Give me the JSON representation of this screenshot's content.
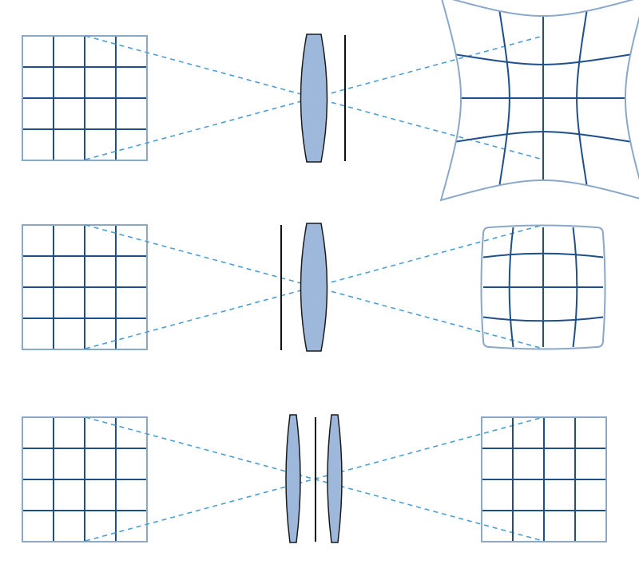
{
  "colors": {
    "grid_outer": "#8aa8c8",
    "grid_inner": "#1f4f8a",
    "ray": "#4a9fd6",
    "lens_fill": "#9db8da",
    "lens_stroke": "#1a1a1a",
    "stop": "#111111",
    "background": "#ffffff"
  },
  "rows": [
    {
      "name": "pincushion-distortion",
      "stop_position": "behind-lens",
      "image_distortion": "pincushion",
      "lens_count": 1
    },
    {
      "name": "barrel-distortion",
      "stop_position": "in-front-of-lens",
      "image_distortion": "barrel",
      "lens_count": 1
    },
    {
      "name": "no-distortion",
      "stop_position": "between-lenses",
      "image_distortion": "none",
      "lens_count": 2
    }
  ]
}
